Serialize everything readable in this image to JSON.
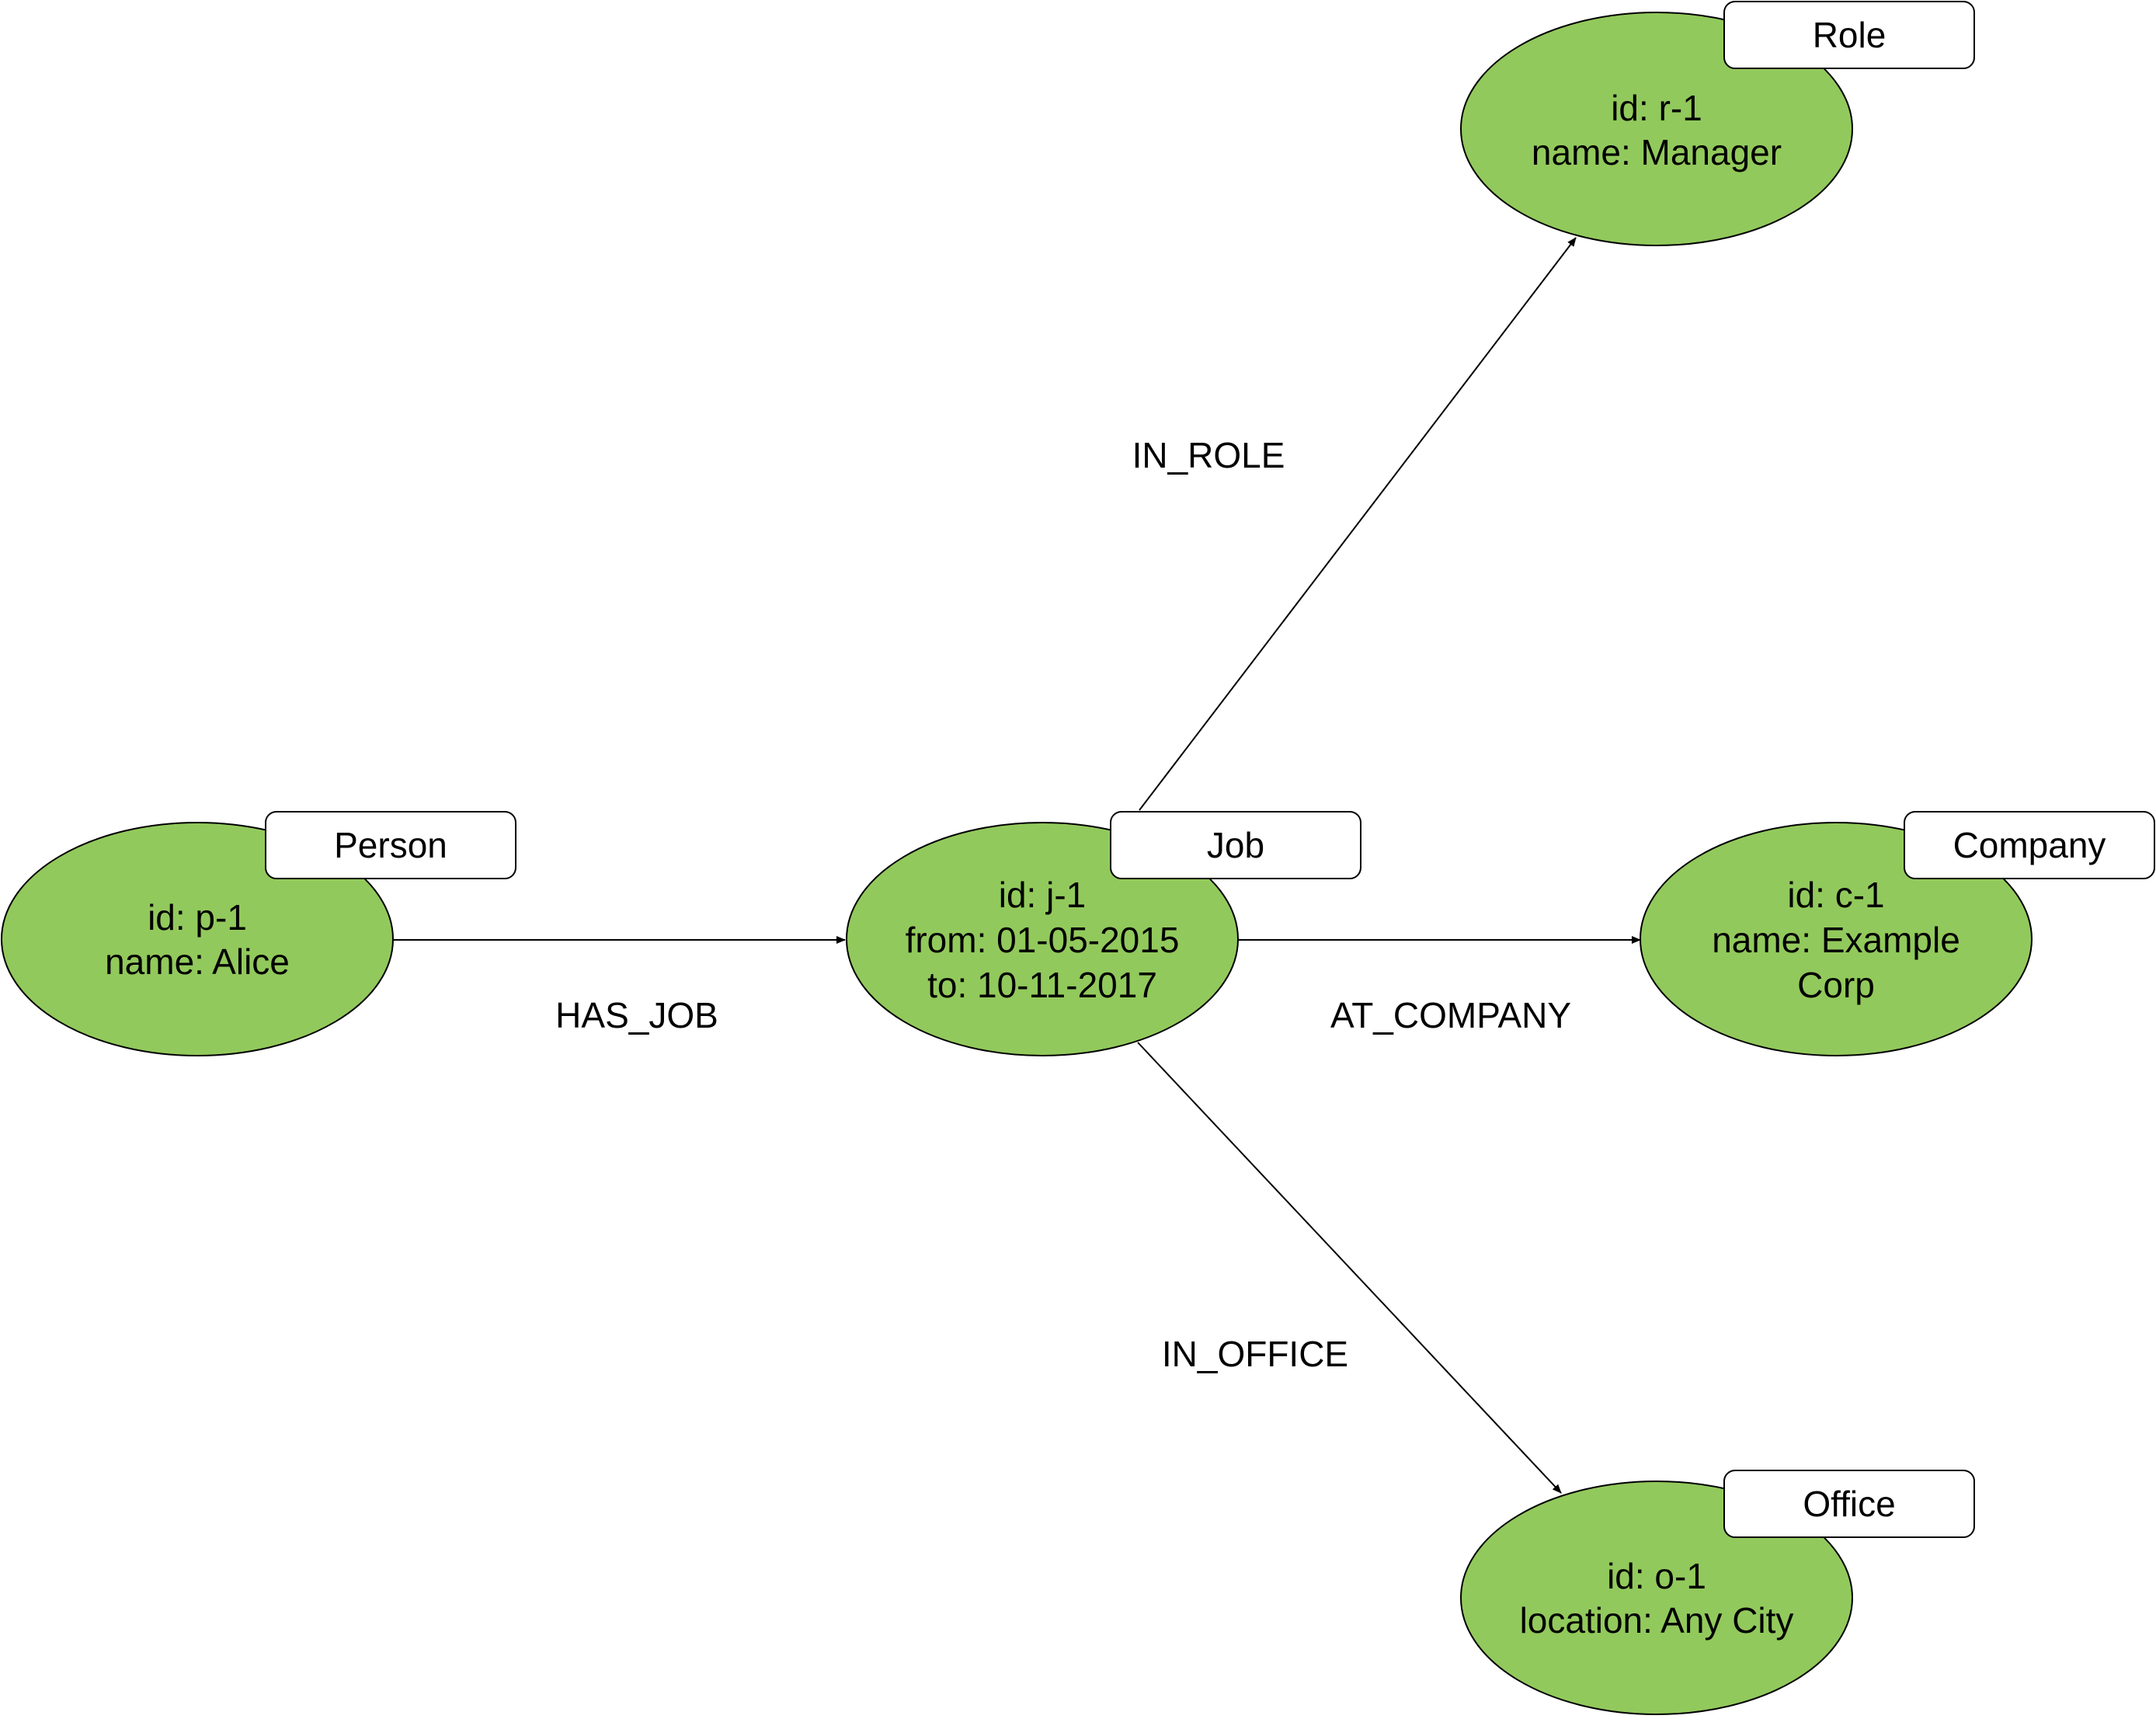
{
  "colors": {
    "node_fill": "#92c95c",
    "stroke": "#000000",
    "label_bg": "#ffffff"
  },
  "nodes": [
    {
      "key": "person",
      "label": "Person",
      "props": [
        "id: p-1",
        "name: Alice"
      ]
    },
    {
      "key": "job",
      "label": "Job",
      "props": [
        "id: j-1",
        "from: 01-05-2015",
        "to: 10-11-2017"
      ]
    },
    {
      "key": "company",
      "label": "Company",
      "props": [
        "id: c-1",
        "name: Example",
        "Corp"
      ]
    },
    {
      "key": "role",
      "label": "Role",
      "props": [
        "id: r-1",
        "name: Manager"
      ]
    },
    {
      "key": "office",
      "label": "Office",
      "props": [
        "id: o-1",
        "location: Any City"
      ]
    }
  ],
  "edges": [
    {
      "key": "has-job",
      "label": "HAS_JOB",
      "from": "person",
      "to": "job"
    },
    {
      "key": "at-company",
      "label": "AT_COMPANY",
      "from": "job",
      "to": "company"
    },
    {
      "key": "in-role",
      "label": "IN_ROLE",
      "from": "job",
      "to": "role"
    },
    {
      "key": "in-office",
      "label": "IN_OFFICE",
      "from": "job",
      "to": "office"
    }
  ]
}
